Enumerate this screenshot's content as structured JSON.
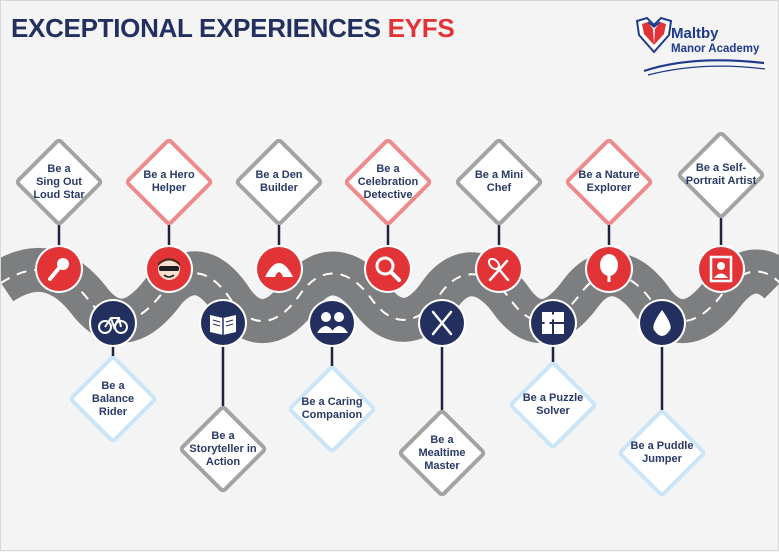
{
  "title": {
    "main": "EXCEPTIONAL EXPERIENCES",
    "accent": "EYFS"
  },
  "logo": {
    "line1": "Maltby",
    "line2": "Manor Academy"
  },
  "colors": {
    "navy": "#23305f",
    "red": "#e23437",
    "grey": "#9a9a9a",
    "light_blue": "#c6e3f5",
    "pink": "#f08080",
    "road": "#7d7e80"
  },
  "experiences": [
    {
      "label": "Be a\nSing Out\nLoud Star",
      "icon": "microphone-icon",
      "position": "top",
      "style": "grey"
    },
    {
      "label": "Be a\nBalance\nRider",
      "icon": "bicycle-icon",
      "position": "bottom",
      "style": "blue"
    },
    {
      "label": "Be a Hero\nHelper",
      "icon": "hero-face-icon",
      "position": "top",
      "style": "pink"
    },
    {
      "label": "Be a\nStoryteller in\nAction",
      "icon": "open-book-icon",
      "position": "bottom",
      "style": "grey"
    },
    {
      "label": "Be a Den\nBuilder",
      "icon": "den-icon",
      "position": "top",
      "style": "grey"
    },
    {
      "label": "Be a Caring\nCompanion",
      "icon": "people-icon",
      "position": "bottom",
      "style": "blue"
    },
    {
      "label": "Be a\nCelebration\nDetective",
      "icon": "magnifier-icon",
      "position": "top",
      "style": "pink"
    },
    {
      "label": "Be a\nMealtime\nMaster",
      "icon": "cutlery-icon",
      "position": "bottom",
      "style": "grey"
    },
    {
      "label": "Be a Mini\nChef",
      "icon": "utensils-icon",
      "position": "top",
      "style": "grey"
    },
    {
      "label": "Be a Puzzle\nSolver",
      "icon": "puzzle-icon",
      "position": "bottom",
      "style": "blue"
    },
    {
      "label": "Be a Nature\nExplorer",
      "icon": "tree-icon",
      "position": "top",
      "style": "pink"
    },
    {
      "label": "Be a Puddle\nJumper",
      "icon": "water-drop-icon",
      "position": "bottom",
      "style": "blue"
    },
    {
      "label": "Be a Self-\nPortrait Artist",
      "icon": "portrait-icon",
      "position": "top",
      "style": "grey"
    }
  ]
}
